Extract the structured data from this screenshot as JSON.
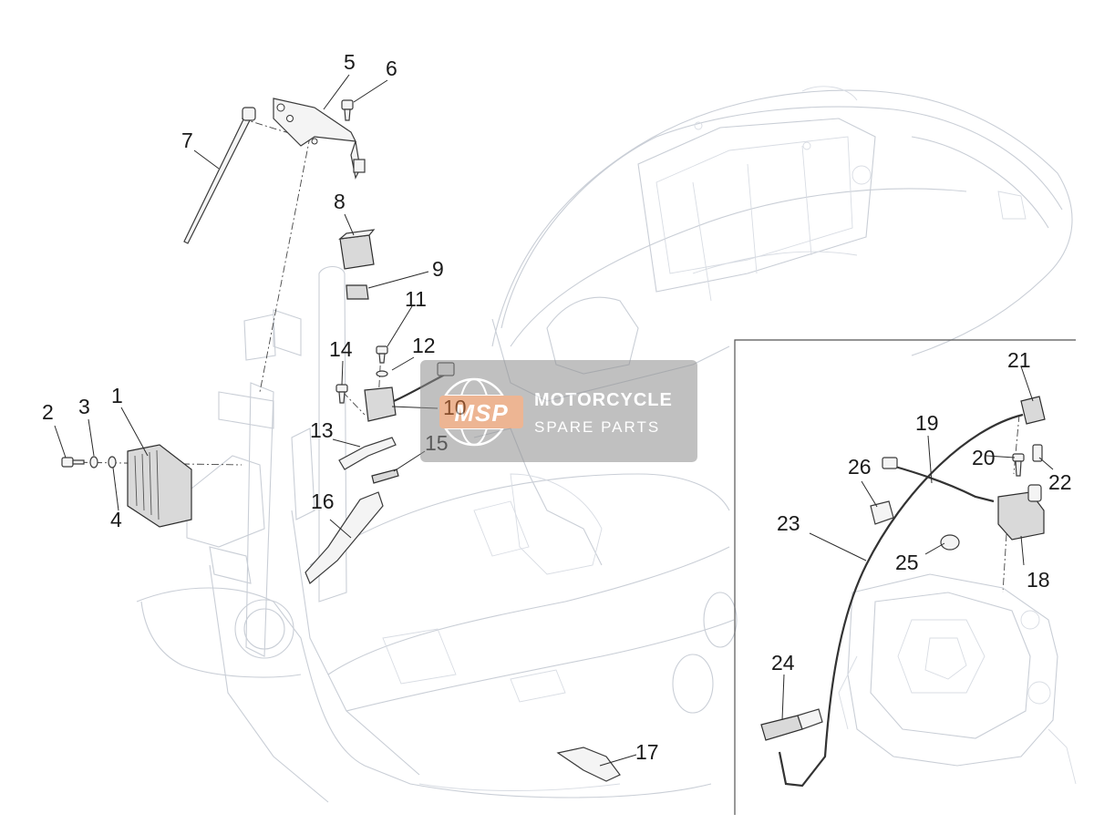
{
  "callouts": {
    "n1": "1",
    "n2": "2",
    "n3": "3",
    "n4": "4",
    "n5": "5",
    "n6": "6",
    "n7": "7",
    "n8": "8",
    "n9": "9",
    "n10": "10",
    "n11": "11",
    "n12": "12",
    "n13": "13",
    "n14": "14",
    "n15": "15",
    "n16": "16",
    "n17": "17",
    "n18": "18",
    "n19": "19",
    "n20": "20",
    "n21": "21",
    "n22": "22",
    "n23": "23",
    "n24": "24",
    "n25": "25",
    "n26": "26"
  },
  "watermark": {
    "logo_text": "MSP",
    "line1": "MOTORCYCLE",
    "line2": "SPARE PARTS"
  },
  "colors": {
    "ghost_outline": "#c9ced6",
    "part_stroke": "#3a3a3a",
    "watermark_box": "#8e8e8e",
    "watermark_logo": "#e07a3c"
  }
}
